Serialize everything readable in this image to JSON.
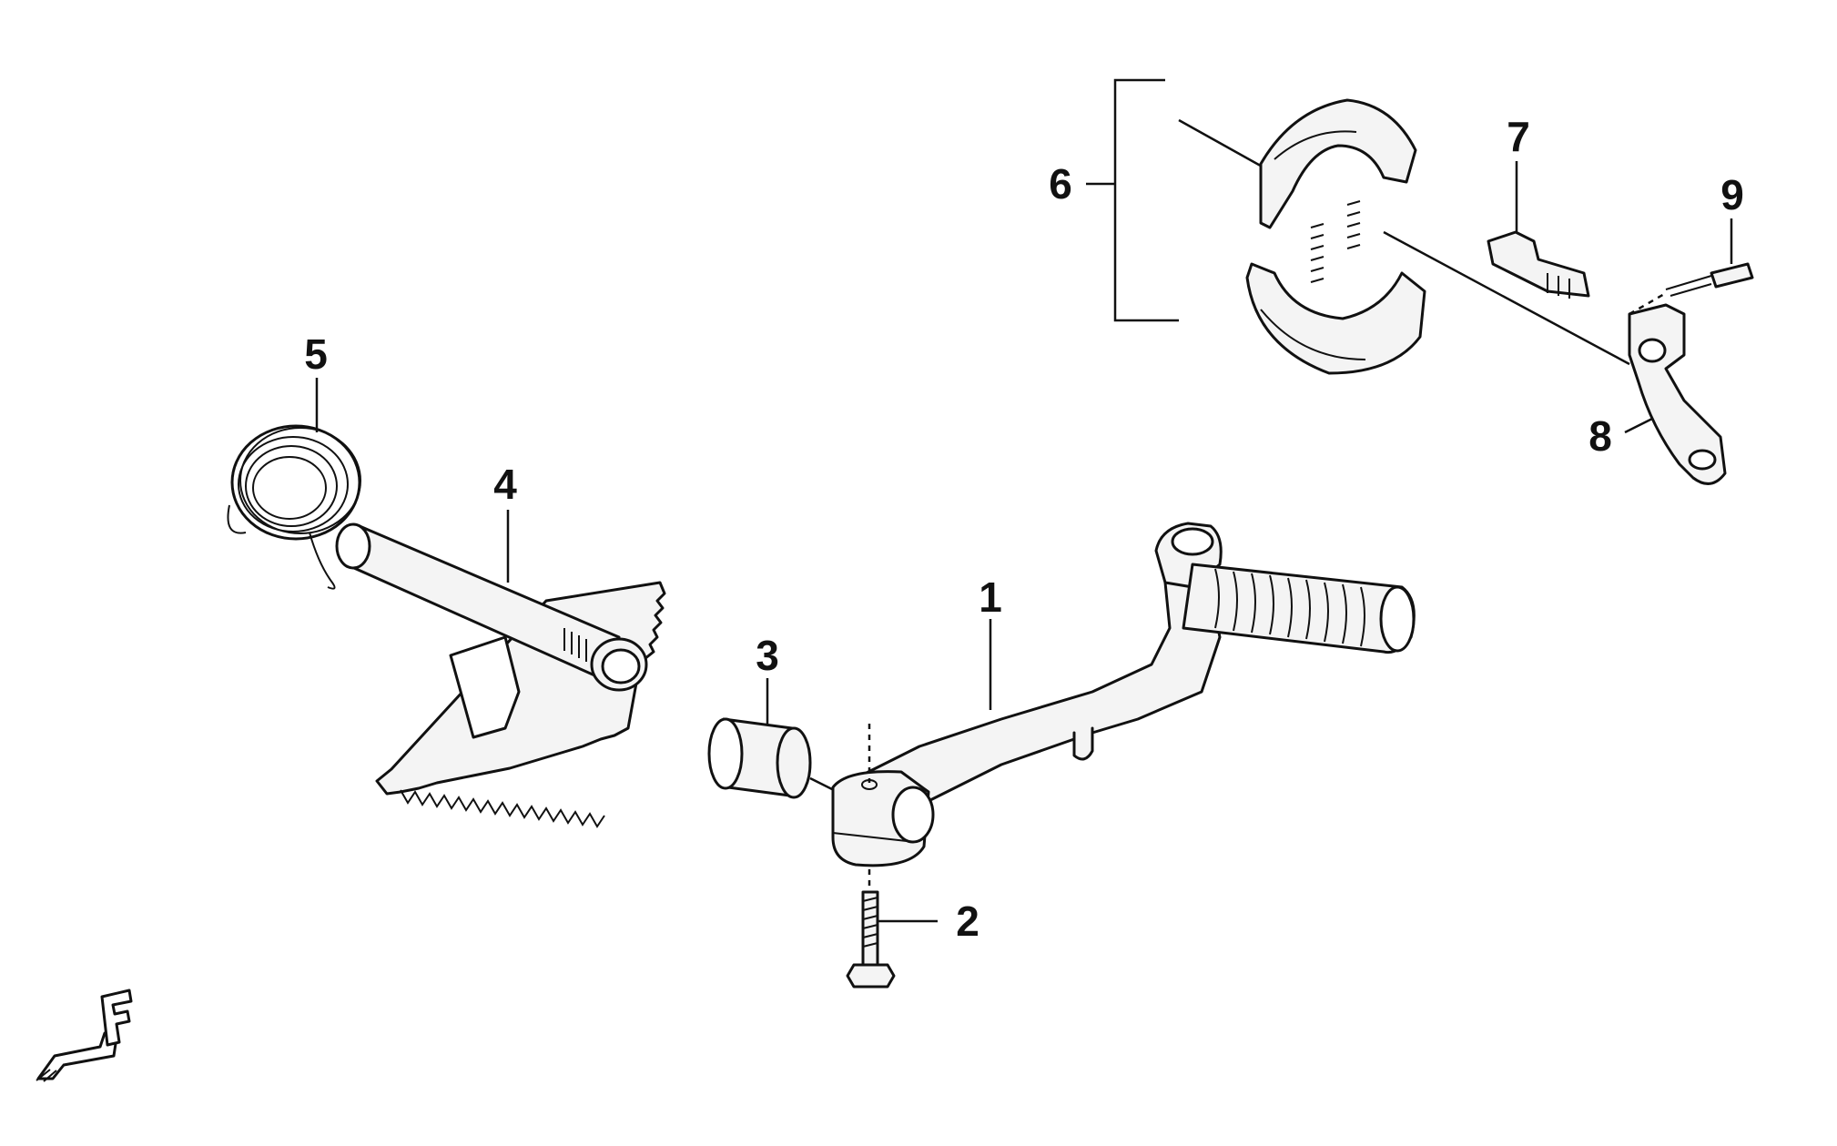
{
  "callouts": {
    "c1": "1",
    "c2": "2",
    "c3": "3",
    "c4": "4",
    "c5": "5",
    "c6": "6",
    "c7": "7",
    "c8": "8",
    "c9": "9"
  },
  "orientation_mark": "F",
  "colors": {
    "line": "#111111",
    "fill": "#f4f4f4",
    "background": "#ffffff"
  }
}
